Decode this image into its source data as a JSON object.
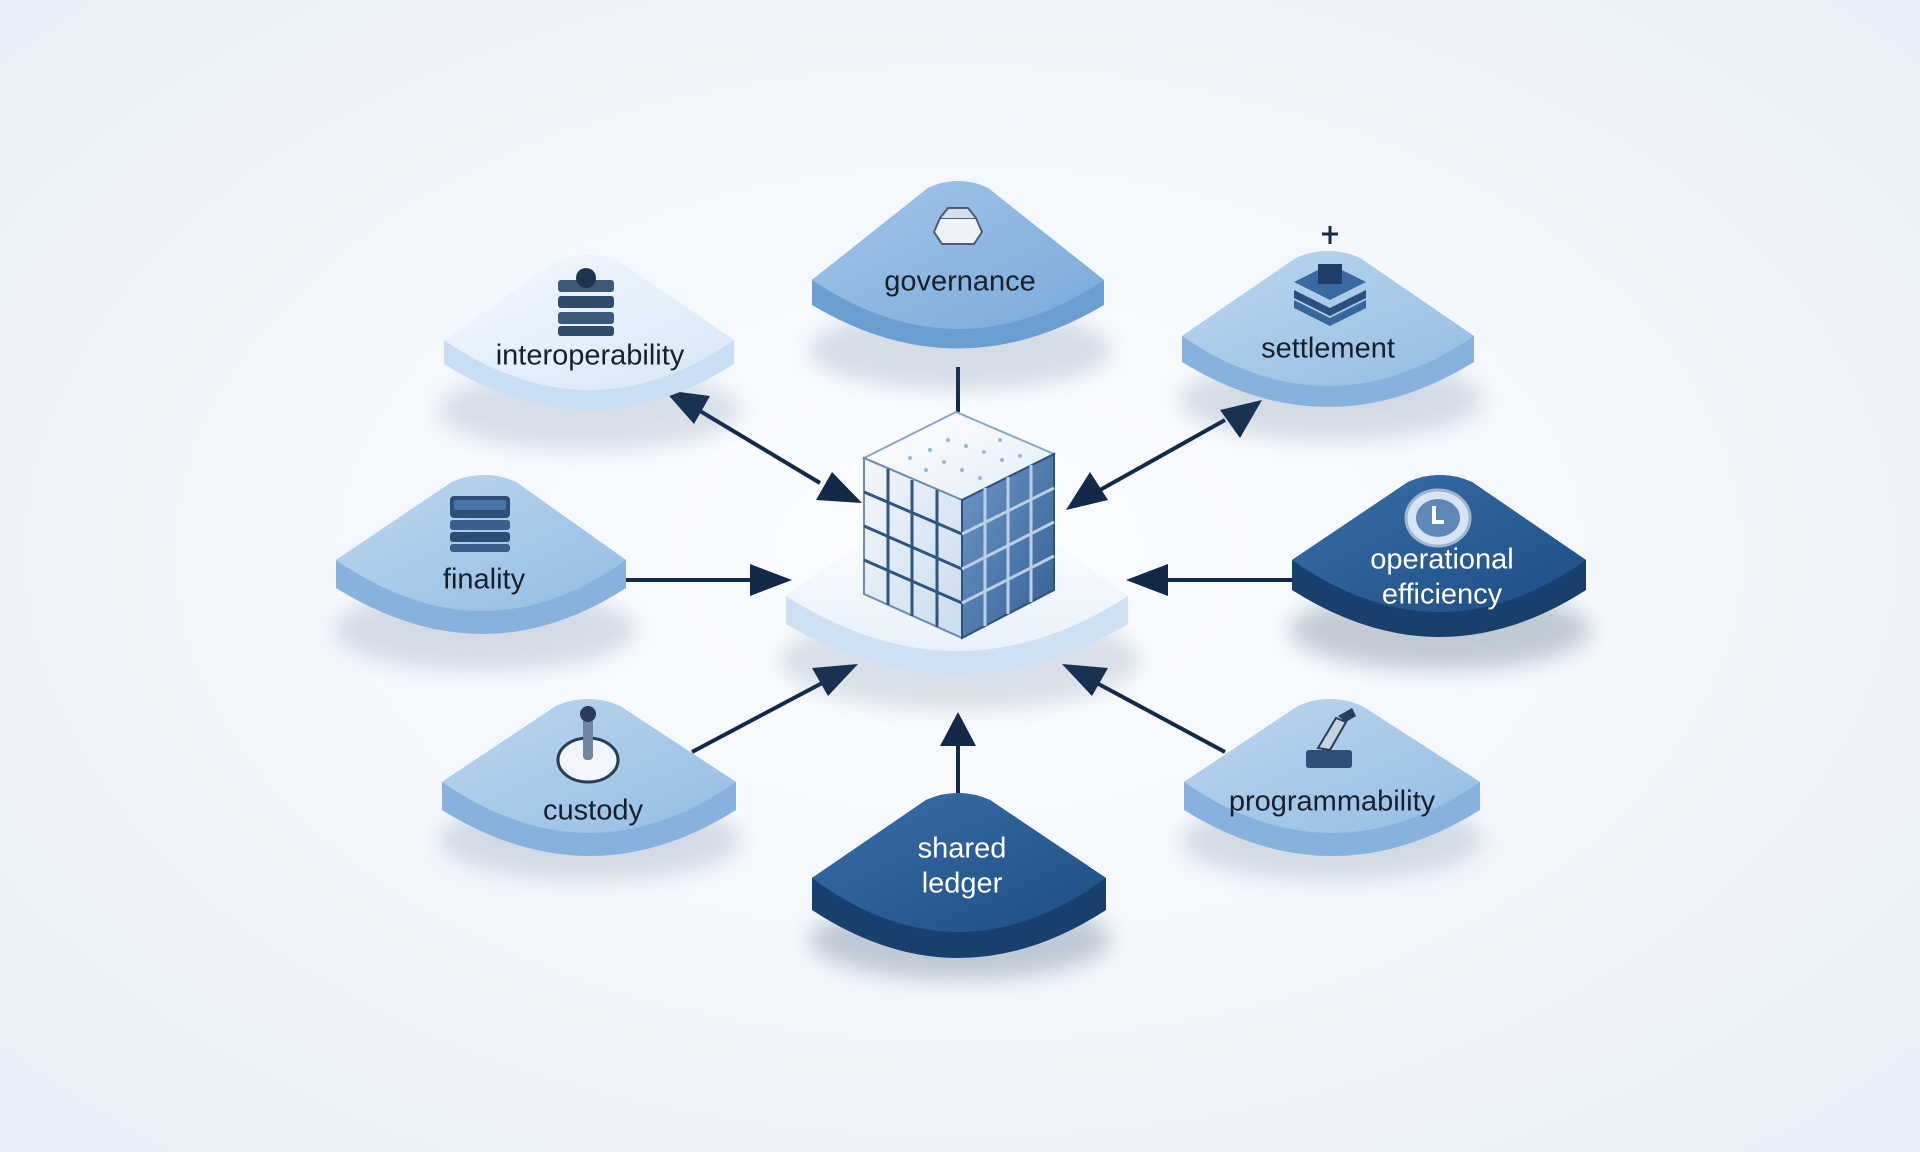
{
  "diagram": {
    "hub": {
      "icon": "ledger-cube-icon"
    },
    "nodes": {
      "governance": {
        "label": "governance",
        "icon": "chess-piece-icon",
        "tone": "mid",
        "link": "line"
      },
      "interoperability": {
        "label": "interoperability",
        "icon": "server-stack-icon",
        "tone": "pale",
        "link": "bidirectional"
      },
      "settlement": {
        "label": "settlement",
        "icon": "chip-stack-icon",
        "tone": "light",
        "link": "bidirectional"
      },
      "finality": {
        "label": "finality",
        "icon": "stack-icon",
        "tone": "light",
        "link": "to-hub"
      },
      "operational_efficiency": {
        "label_line1": "operational",
        "label_line2": "efficiency",
        "icon": "clock-icon",
        "tone": "dark",
        "link": "to-hub"
      },
      "custody": {
        "label": "custody",
        "icon": "joystick-icon",
        "tone": "light",
        "link": "to-hub"
      },
      "shared_ledger": {
        "label_line1": "shared",
        "label_line2": "ledger",
        "icon": "",
        "tone": "dark",
        "link": "to-hub"
      },
      "programmability": {
        "label": "programmability",
        "icon": "wrench-icon",
        "tone": "light",
        "link": "to-hub"
      }
    },
    "colors": {
      "pale_top": "#e6f0fa",
      "light_top": "#a9c9e8",
      "mid_top": "#8cb7e0",
      "dark_top": "#285c95",
      "arrow": "#13294a"
    }
  }
}
